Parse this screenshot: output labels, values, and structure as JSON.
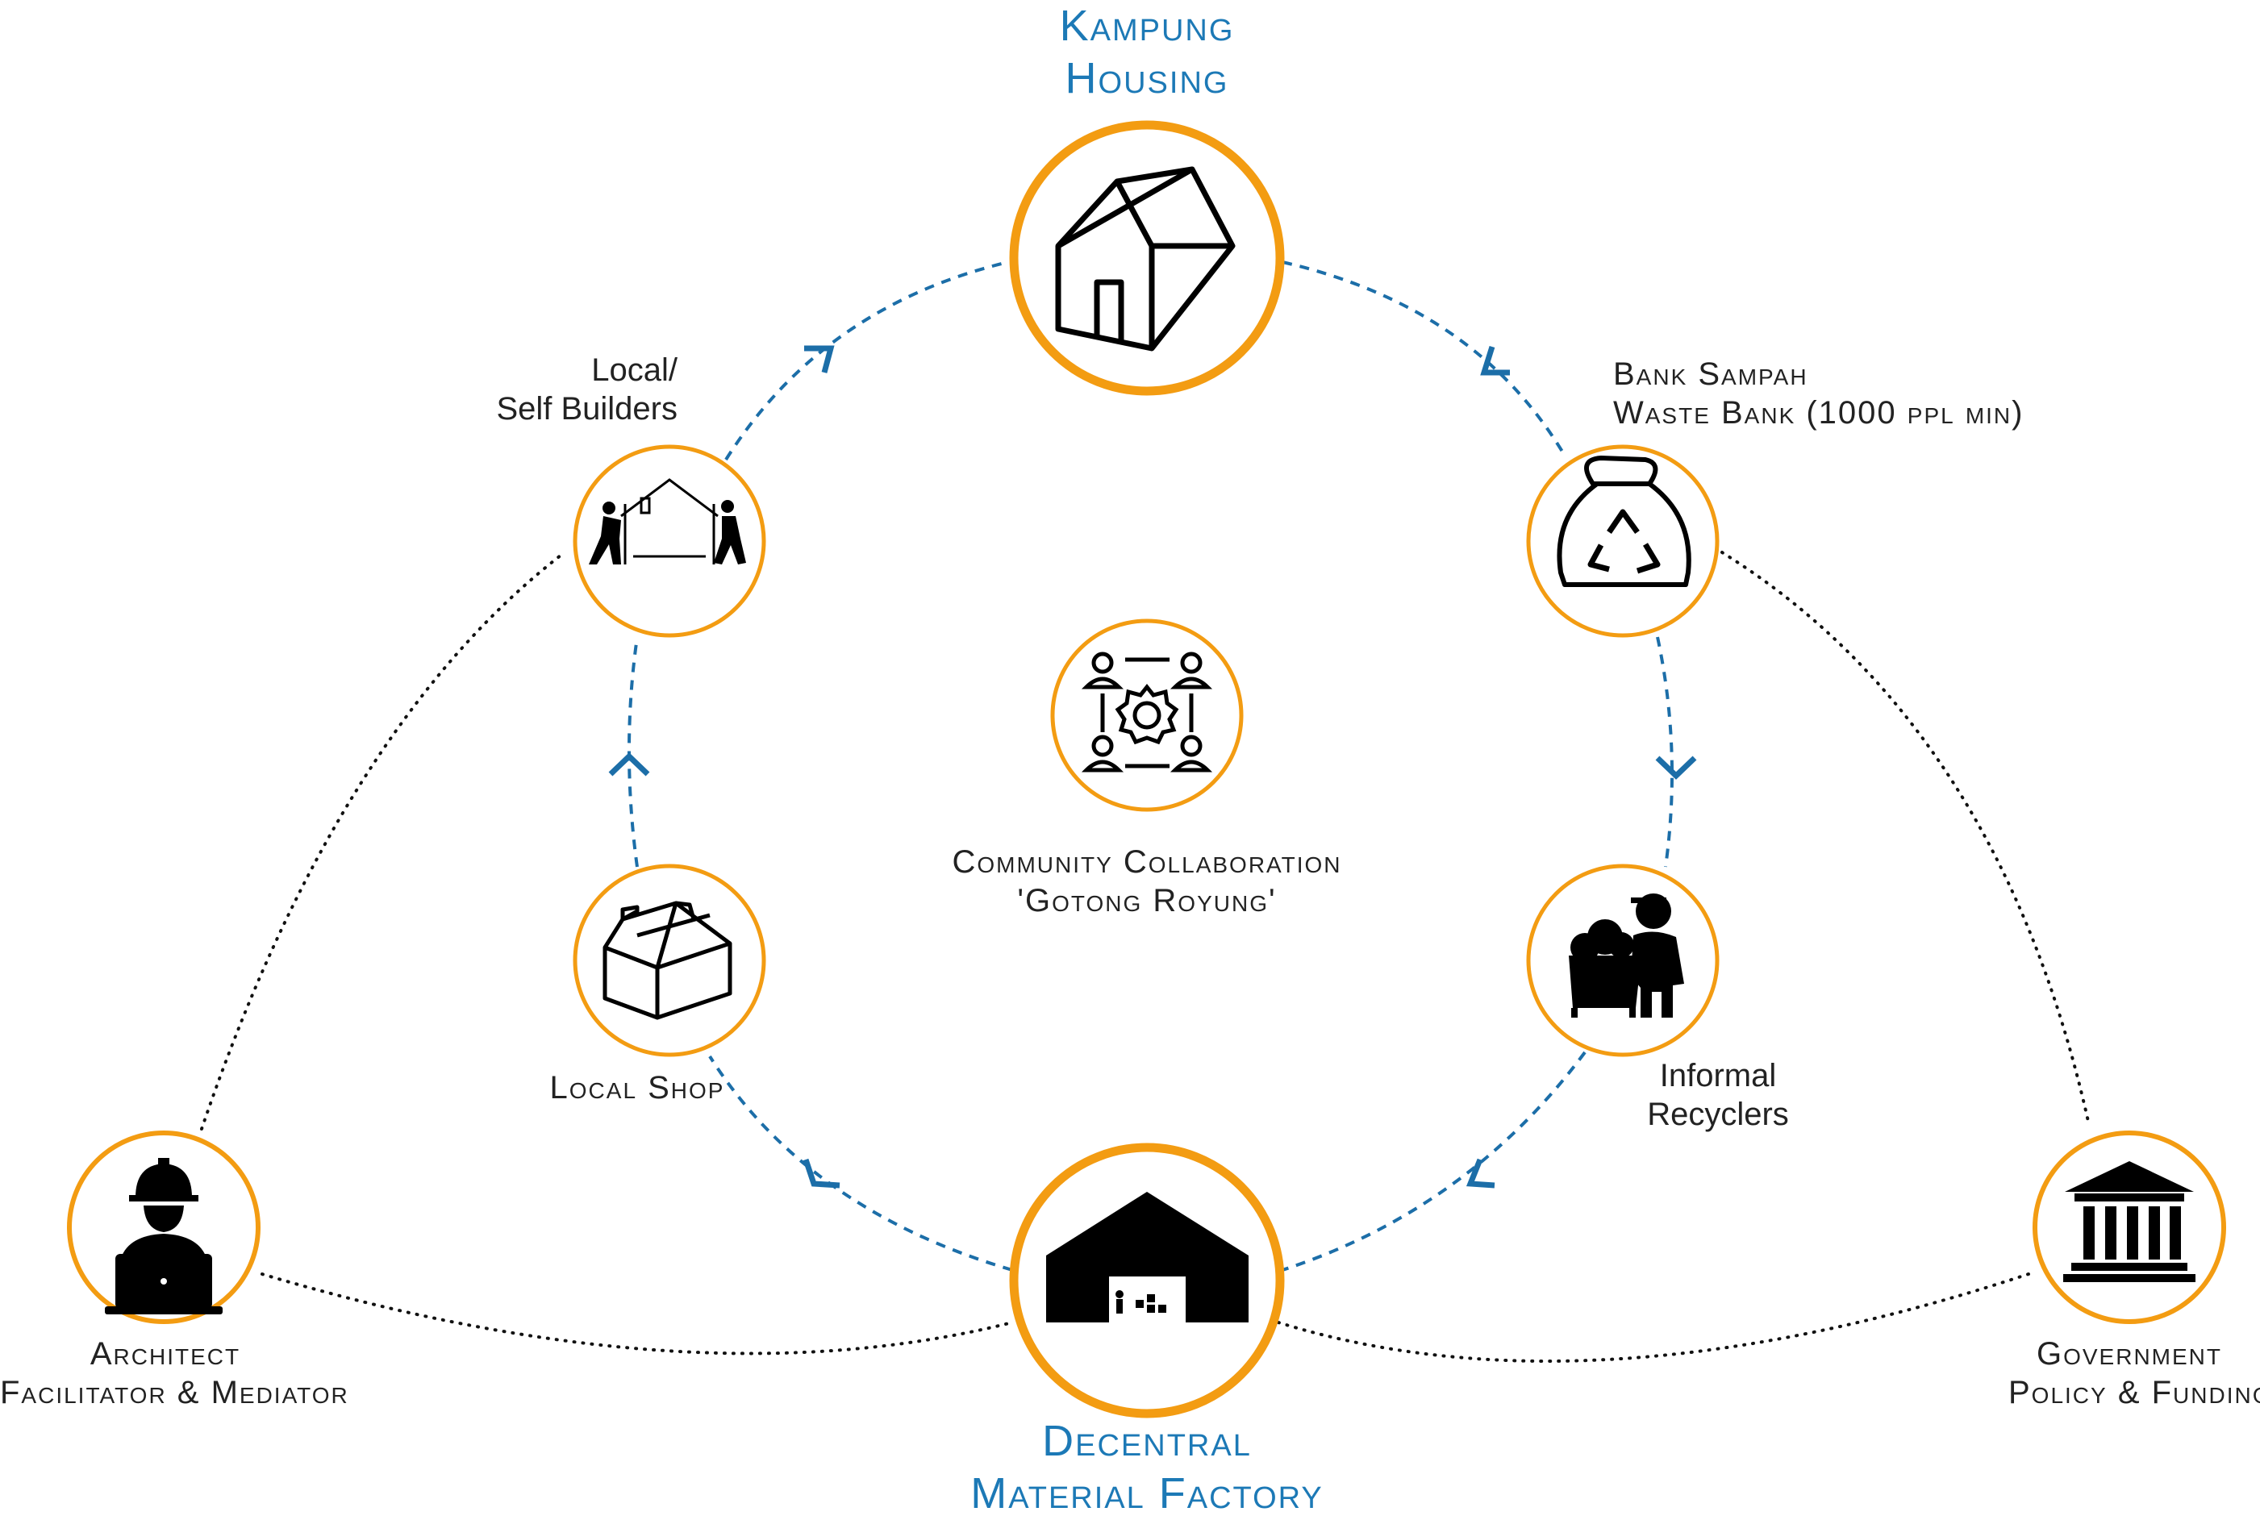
{
  "colors": {
    "ring": "#f39c12",
    "flow_arrow": "#1c6ea8",
    "dotted_link": "#111111",
    "main_label": "#1c79b6",
    "node_label": "#222222",
    "icon": "#000000"
  },
  "nodes": {
    "kampung_housing": {
      "line1": "Kampung",
      "line2": "Housing",
      "icon": "house-outline-icon"
    },
    "waste_bank": {
      "line1": "Bank Sampah",
      "line2": "Waste Bank (1000 ppl min)",
      "icon": "recycle-bag-icon"
    },
    "informal_recyclers": {
      "line1": "Informal",
      "line2": "Recyclers",
      "icon": "waste-collector-icon"
    },
    "material_factory": {
      "line1": "Decentral",
      "line2": "Material Factory",
      "icon": "warehouse-icon"
    },
    "local_shop": {
      "line1": "Local Shop",
      "icon": "toolbox-icon"
    },
    "self_builders": {
      "line1": "Local/",
      "line2": "Self Builders",
      "icon": "builders-icon"
    },
    "community": {
      "line1": "Community Collaboration",
      "line2": "'Gotong Royung'",
      "icon": "team-gear-icon"
    },
    "architect": {
      "line1": "Architect",
      "line2": "Facilitator & Mediator",
      "icon": "architect-laptop-icon"
    },
    "government": {
      "line1": "Government",
      "line2": "Policy & Funding",
      "icon": "government-building-icon"
    }
  },
  "flow_order": [
    "kampung_housing",
    "waste_bank",
    "informal_recyclers",
    "material_factory",
    "local_shop",
    "self_builders"
  ]
}
